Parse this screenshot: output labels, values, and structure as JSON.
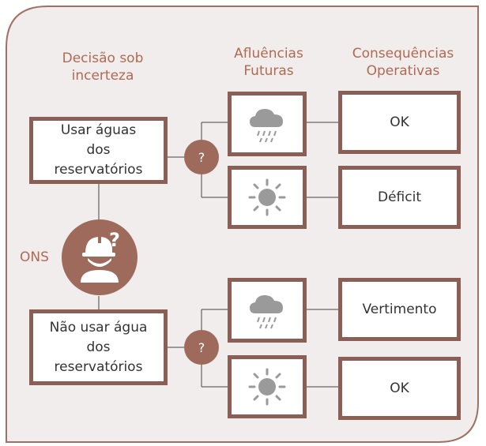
{
  "headers": {
    "decision": "Decisão sob\nincerteza",
    "inflows": "Afluências\nFuturas",
    "consequences": "Consequências\nOperativas"
  },
  "decisions": [
    {
      "label": "Usar águas\ndos\nreservatórios"
    },
    {
      "label": "Não usar água\ndos\nreservatórios"
    }
  ],
  "uncertainty_symbol": "?",
  "agent_label": "ONS",
  "scenarios": [
    {
      "icon": "rain-cloud-icon",
      "consequence": "OK"
    },
    {
      "icon": "sun-icon",
      "consequence": "Déficit"
    },
    {
      "icon": "rain-cloud-icon",
      "consequence": "Vertimento"
    },
    {
      "icon": "sun-icon",
      "consequence": "OK"
    }
  ],
  "colors": {
    "background": "#f1eded",
    "box_border": "#8b5f55",
    "accent": "#9e6a5c",
    "header_text": "#b06a52",
    "icon_gray": "#9a9a9a"
  }
}
